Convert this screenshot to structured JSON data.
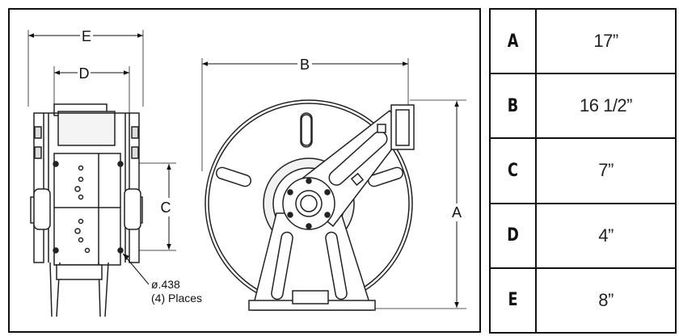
{
  "drawing": {
    "labels": {
      "a": "A",
      "b": "B",
      "c": "C",
      "d": "D",
      "e": "E"
    },
    "hole_note": {
      "line1": "ø.438",
      "line2": "(4) Places"
    }
  },
  "dimensions": [
    {
      "key": "A",
      "value": "17”"
    },
    {
      "key": "B",
      "value": "16 1/2”"
    },
    {
      "key": "C",
      "value": "7”"
    },
    {
      "key": "D",
      "value": "4”"
    },
    {
      "key": "E",
      "value": "8”"
    }
  ]
}
